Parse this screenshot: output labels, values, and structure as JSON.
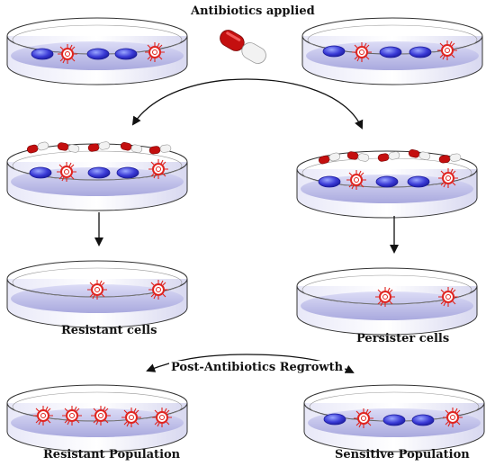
{
  "labels": {
    "antibiotics_applied": "Antibiotics applied",
    "resistant_cells": "Resistant cells",
    "persister_cells": "Persister cells",
    "post_antibiotics_regrowth": "Post-Antibiotics Regrowth",
    "resistant_population": "Resistant Population",
    "sensitive_population": "Sensitive Population"
  },
  "colors": {
    "sensitive_cell": "#3a3ad6",
    "resistant_cell": "#e0231e",
    "capsule_red": "#c40f0f",
    "capsule_white": "#f2f2f2",
    "media": "#c9c9ef",
    "dish_outline": "#333333"
  },
  "icons": {
    "sensitive_cell": "blue-oval-bacterium-icon",
    "resistant_cell": "red-spiky-bacterium-icon",
    "antibiotic": "pill-capsule-icon"
  }
}
